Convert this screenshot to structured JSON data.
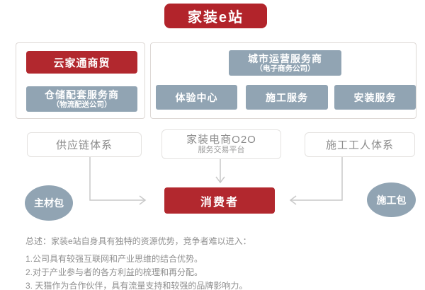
{
  "colors": {
    "banner_red": "#b2242b",
    "box_red": "#b2282e",
    "slate_blue": "#91a4b3",
    "connector_gray": "#c9c9c9",
    "panel_border": "#ddd8d5",
    "summary_text": "#8f8f8f"
  },
  "banner": {
    "title": "家装e站"
  },
  "left_panel": {
    "primary": {
      "label": "云家通商贸"
    },
    "secondary": {
      "label": "仓储配套服务商",
      "sublabel": "（物流配送公司）"
    }
  },
  "right_panel": {
    "header": {
      "label": "城市运营服务商",
      "sublabel": "（电子商务公司）"
    },
    "services": [
      {
        "label": "体验中心"
      },
      {
        "label": "施工服务"
      },
      {
        "label": "安装服务"
      }
    ]
  },
  "middle_row": {
    "supply_chain": {
      "label": "供应链体系"
    },
    "platform": {
      "label": "家装电商O2O",
      "sublabel": "服务交易平台"
    },
    "workers": {
      "label": "施工工人体系"
    }
  },
  "bottom_row": {
    "material_pack": {
      "label": "主材包"
    },
    "consumer": {
      "label": "消费者"
    },
    "construction_pack": {
      "label": "施工包"
    }
  },
  "summary": {
    "lines": [
      "总述：家装e站自身具有独特的资源优势，竞争者难以进入：",
      "1.公司具有较强互联网和产业思维的结合优势。",
      "2.对于产业参与者的各方利益的梳理和再分配。",
      "3. 天猫作为合作伙伴，具有流量支持和较强的品牌影响力。"
    ]
  }
}
